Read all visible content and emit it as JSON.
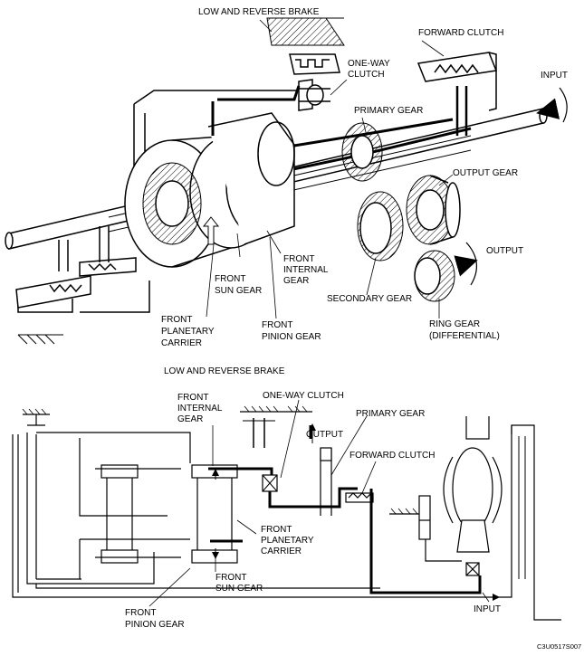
{
  "top_view": {
    "low_reverse_brake": "LOW AND REVERSE BRAKE",
    "forward_clutch": "FORWARD CLUTCH",
    "one_way_clutch": [
      "ONE-WAY",
      "CLUTCH"
    ],
    "input": "INPUT",
    "primary_gear": "PRIMARY GEAR",
    "output_gear": "OUTPUT GEAR",
    "output": "OUTPUT",
    "front_internal_gear": [
      "FRONT",
      "INTERNAL",
      "GEAR"
    ],
    "front_sun_gear": [
      "FRONT",
      "SUN GEAR"
    ],
    "secondary_gear": "SECONDARY GEAR",
    "front_planetary_carrier": [
      "FRONT",
      "PLANETARY",
      "CARRIER"
    ],
    "front_pinion_gear": [
      "FRONT",
      "PINION GEAR"
    ],
    "ring_gear": [
      "RING GEAR",
      "(DIFFERENTIAL)"
    ]
  },
  "schematic": {
    "low_reverse_brake": "LOW AND REVERSE BRAKE",
    "front_internal_gear": [
      "FRONT",
      "INTERNAL",
      "GEAR"
    ],
    "one_way_clutch": "ONE-WAY CLUTCH",
    "primary_gear": "PRIMARY GEAR",
    "output": "OUTPUT",
    "forward_clutch": "FORWARD CLUTCH",
    "front_planetary_carrier": [
      "FRONT",
      "PLANETARY",
      "CARRIER"
    ],
    "front_sun_gear": [
      "FRONT",
      "SUN GEAR"
    ],
    "front_pinion_gear": [
      "FRONT",
      "PINION GEAR"
    ],
    "input": "INPUT"
  },
  "figure_code": "C3U0517S007"
}
